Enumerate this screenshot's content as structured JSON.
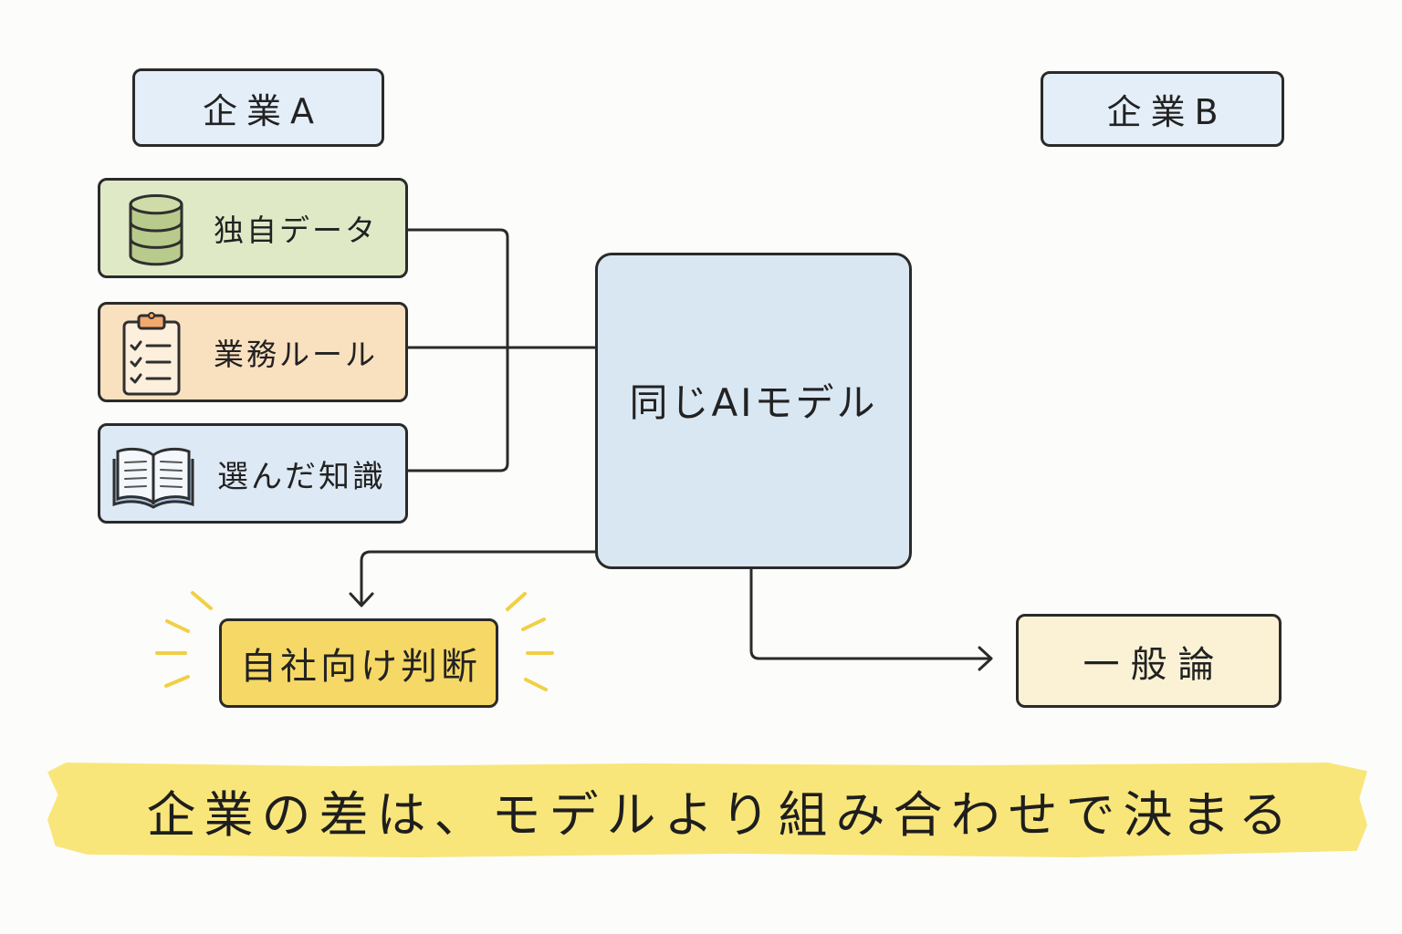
{
  "companies": {
    "a": {
      "label": "企業A",
      "color": "#e4eef8"
    },
    "b": {
      "label": "企業B",
      "color": "#e4eef8"
    }
  },
  "inputs": [
    {
      "label": "独自データ",
      "icon": "database-icon",
      "color": "#dfe9c6"
    },
    {
      "label": "業務ルール",
      "icon": "clipboard-icon",
      "color": "#f9e0bf"
    },
    {
      "label": "選んだ知識",
      "icon": "open-book-icon",
      "color": "#dde9f4"
    }
  ],
  "model": {
    "label": "同じAIモデル",
    "color": "#d9e7f3"
  },
  "outputs": {
    "custom": {
      "label": "自社向け判断",
      "color": "#f6d866"
    },
    "general": {
      "label": "一般論",
      "color": "#fbf2d6"
    }
  },
  "banner": {
    "text": "企業の差は、モデルより組み合わせで決まる",
    "color": "#f8e67a"
  },
  "colors": {
    "ink": "#2a2a2a",
    "sparkle": "#f2cf44"
  }
}
